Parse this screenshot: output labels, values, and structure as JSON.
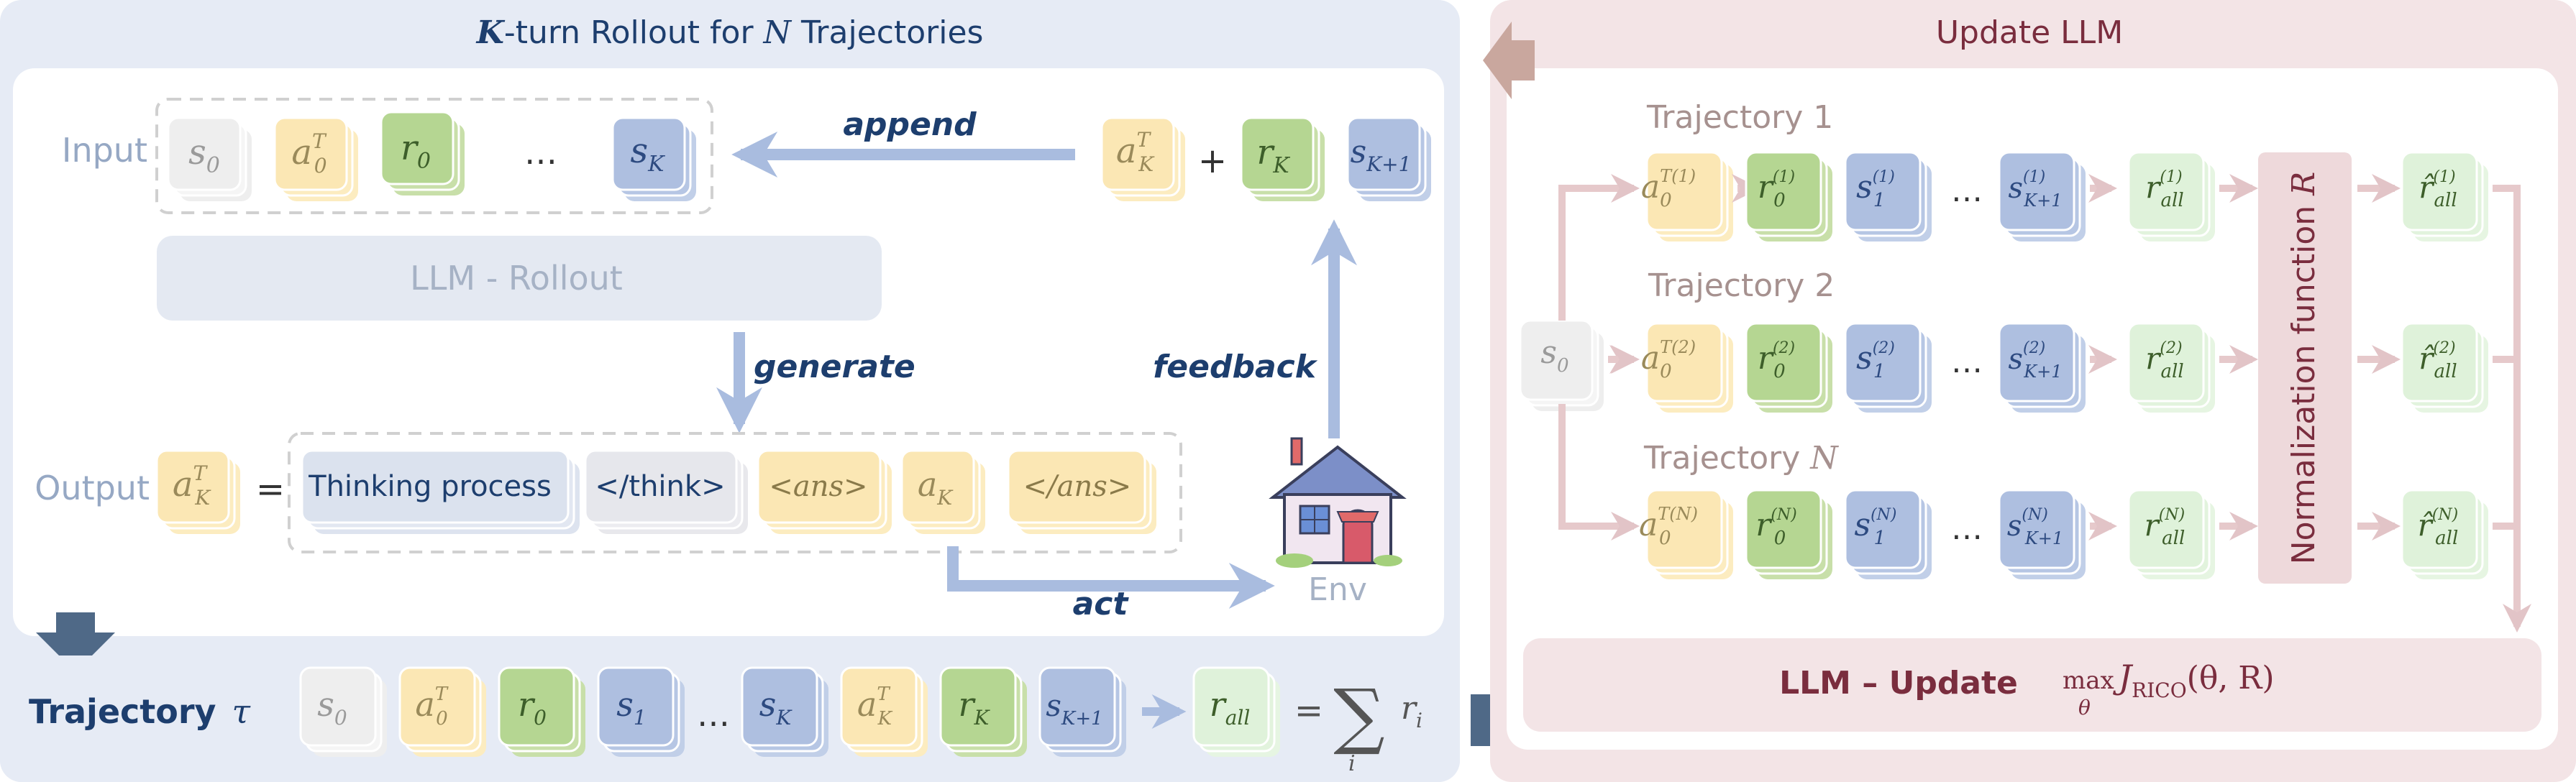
{
  "left_panel": {
    "title_k": "K",
    "title_mid": "-turn Rollout for ",
    "title_n": "N",
    "title_end": " Trajectories",
    "input_label": "Input",
    "output_label": "Output",
    "llm_rollout": "LLM - Rollout",
    "append": "append",
    "generate": "generate",
    "feedback": "feedback",
    "act": "act",
    "env": "Env",
    "ellipsis": "…",
    "plus": "+",
    "equals": "=",
    "input_tokens": {
      "s0_base": "s",
      "s0_sub": "0",
      "a0_base": "a",
      "a0_sup": "T",
      "a0_sub": "0",
      "r0_base": "r",
      "r0_sub": "0",
      "sK_base": "s",
      "sK_sub": "K"
    },
    "append_tokens": {
      "aK_base": "a",
      "aK_sup": "T",
      "aK_sub": "K",
      "rK_base": "r",
      "rK_sub": "K",
      "sK1_base": "s",
      "sK1_sub": "K+1"
    },
    "output_tokens": {
      "aK_base": "a",
      "aK_sup": "T",
      "aK_sub": "K",
      "thinking": "Thinking process",
      "think_close": "</think>",
      "ans_open": "<ans>",
      "act_base": "a",
      "act_sub": "K",
      "ans_close": "</ans>"
    }
  },
  "trajectory_bar": {
    "label": "Trajectory",
    "tau": "τ",
    "tokens": [
      "s0",
      "a0T",
      "r0",
      "s1",
      "sK",
      "aKT",
      "rK",
      "sK+1"
    ],
    "ellipsis": "…",
    "r_all_base": "r",
    "r_all_sub": "all",
    "equals": "=",
    "sum": "∑",
    "sum_sub": "i",
    "r_i_base": "r",
    "r_i_sub": "i"
  },
  "right_panel": {
    "title": "Update LLM",
    "trajectories": [
      {
        "label": "Trajectory 1",
        "tag": "(1)"
      },
      {
        "label": "Trajectory 2",
        "tag": "(2)"
      },
      {
        "label_prefix": "Trajectory ",
        "label_var": "N",
        "tag": "(N)"
      }
    ],
    "s0_base": "s",
    "s0_sub": "0",
    "ellipsis": "…",
    "normalization": "Normalization function ",
    "normalization_var": "R",
    "llm_update": "LLM – Update",
    "formula_max": "max",
    "formula_theta_sub": "θ",
    "formula_J": "J",
    "formula_J_sub": "RICO",
    "formula_args": "(θ, R)"
  },
  "colors": {
    "left_bg": "#e6ebf5",
    "right_bg": "#f3e4e6",
    "title_blue": "#1d3e6e",
    "title_red": "#7a2d3e",
    "gray_token": "#eeeeee",
    "yellow_token": "#fcecc0",
    "green_token": "#c8dfa9",
    "blue_token": "#aebfe0",
    "light_green": "#dff2da",
    "arrow_blue": "#a9bcdf",
    "arrow_pink": "#e6c9cb",
    "norm_pink": "#eed9db"
  }
}
